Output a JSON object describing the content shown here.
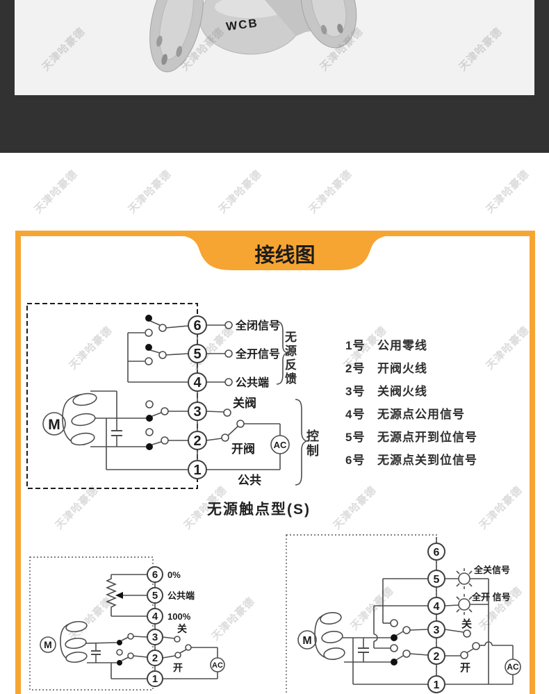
{
  "watermark": {
    "text": "天津哈豪德"
  },
  "photo": {
    "cast_text": "WCB"
  },
  "panel": {
    "title": "接线图",
    "accent_color": "#f6a532"
  },
  "main_diagram": {
    "caption": "无源触点型(S)",
    "motor": "M",
    "ac": "AC",
    "terminals": [
      "6",
      "5",
      "4",
      "3",
      "2",
      "1"
    ],
    "label_t6": "全闭信号",
    "label_t5": "全开信号",
    "label_t4": "公共端",
    "label_t3": "关阀",
    "label_t2": "开阀",
    "label_t1": "公共",
    "brace_feedback": "无源反馈",
    "brace_control": "控制"
  },
  "terminal_list": [
    {
      "num": "1号",
      "desc": "公用零线"
    },
    {
      "num": "2号",
      "desc": "开阀火线"
    },
    {
      "num": "3号",
      "desc": "关阀火线"
    },
    {
      "num": "4号",
      "desc": "无源点公用信号"
    },
    {
      "num": "5号",
      "desc": "无源点开到位信号"
    },
    {
      "num": "6号",
      "desc": "无源点关到位信号"
    }
  ],
  "pot_diagram": {
    "motor": "M",
    "ac": "AC",
    "terminals": [
      "6",
      "5",
      "4",
      "3",
      "2",
      "1"
    ],
    "label_t6": "0%",
    "label_t5": "公共端",
    "label_t4": "100%",
    "label_t3": "关",
    "label_t2": "开"
  },
  "lamp_diagram": {
    "motor": "M",
    "ac": "AC",
    "terminals": [
      "6",
      "5",
      "4",
      "3",
      "2",
      "1"
    ],
    "label_t5": "全关信号",
    "label_t4": "全开 信号",
    "label_t3": "关",
    "label_t2": "开"
  }
}
